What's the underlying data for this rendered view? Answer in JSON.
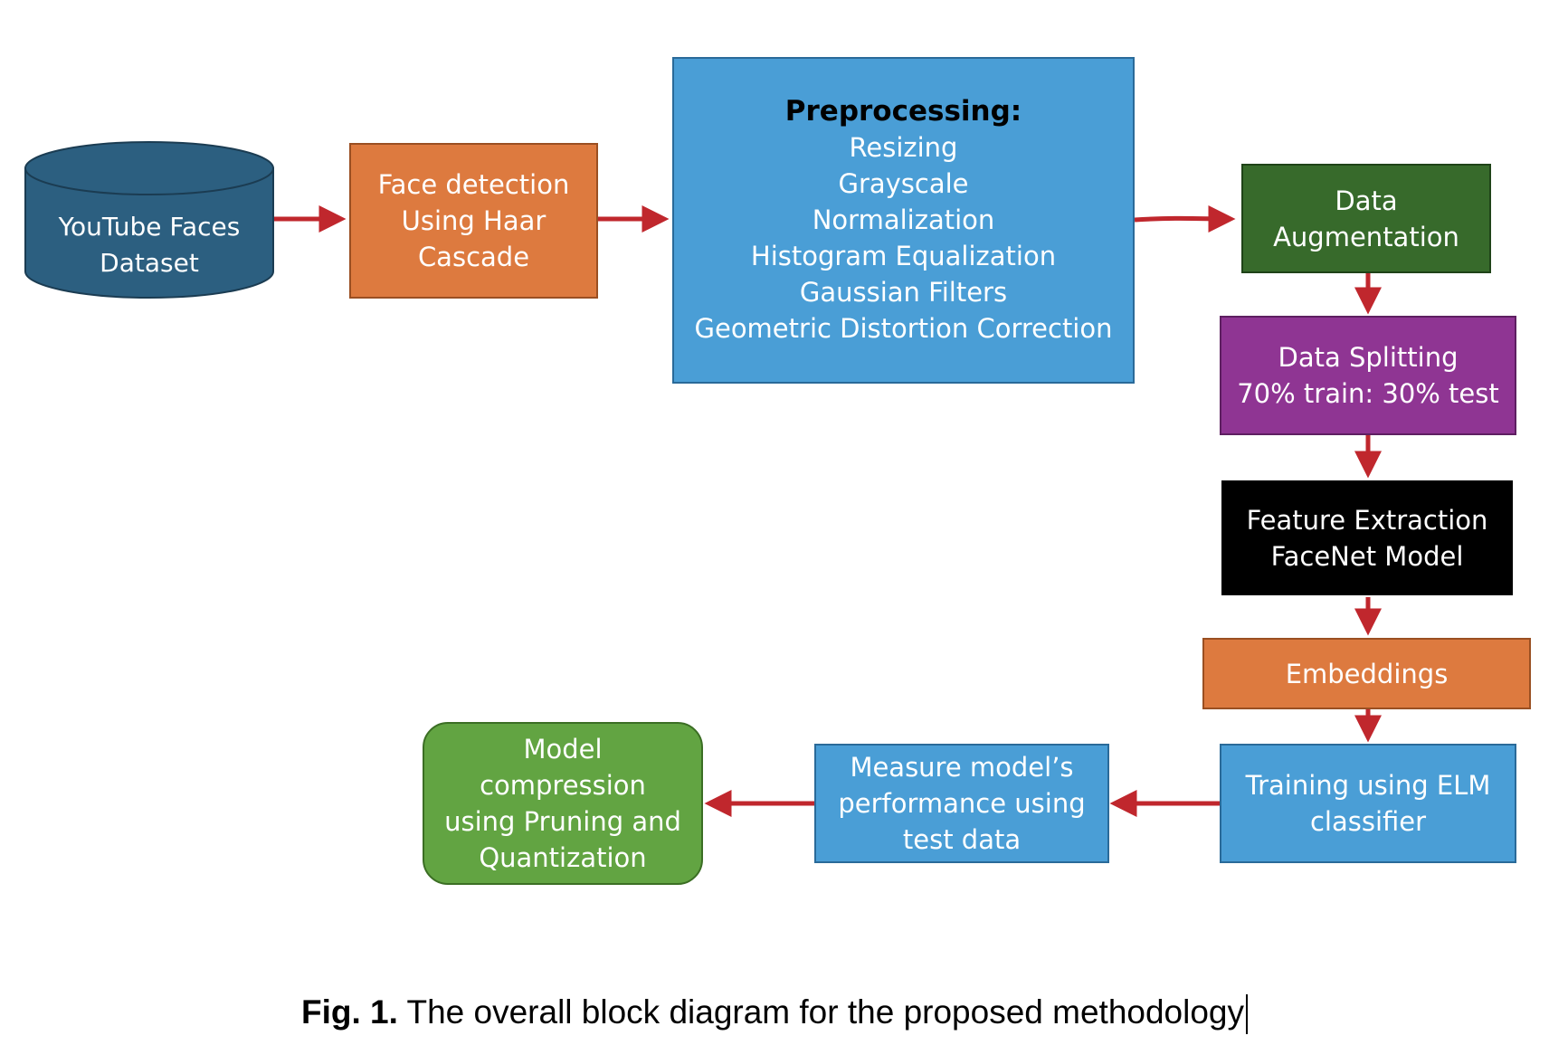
{
  "colors": {
    "arrow": "#c0272d",
    "dataset": "#2c5f80",
    "orange": "#dd7a3f",
    "blue": "#4a9ed6",
    "dark_green": "#376a2b",
    "purple": "#8f3593",
    "black": "#000000",
    "light_green": "#62a442"
  },
  "nodes": {
    "dataset": [
      "YouTube Faces",
      "Dataset"
    ],
    "face_detection": [
      "Face detection",
      "Using Haar",
      "Cascade"
    ],
    "preprocessing_title": "Preprocessing:",
    "preprocessing_steps": [
      "Resizing",
      "Grayscale",
      "Normalization",
      "Histogram Equalization",
      "Gaussian Filters",
      "Geometric Distortion Correction"
    ],
    "augmentation": [
      "Data",
      "Augmentation"
    ],
    "splitting": [
      "Data Splitting",
      "70% train: 30% test"
    ],
    "feature_extraction": [
      "Feature Extraction",
      "FaceNet Model"
    ],
    "embeddings": [
      "Embeddings"
    ],
    "training": [
      "Training using ELM",
      "classifier"
    ],
    "measure": [
      "Measure model’s",
      "performance using",
      "test data"
    ],
    "compression": [
      "Model",
      "compression",
      "using Pruning and",
      "Quantization"
    ]
  },
  "caption": {
    "label": "Fig. 1.",
    "text": " The overall block diagram for the proposed methodology"
  }
}
